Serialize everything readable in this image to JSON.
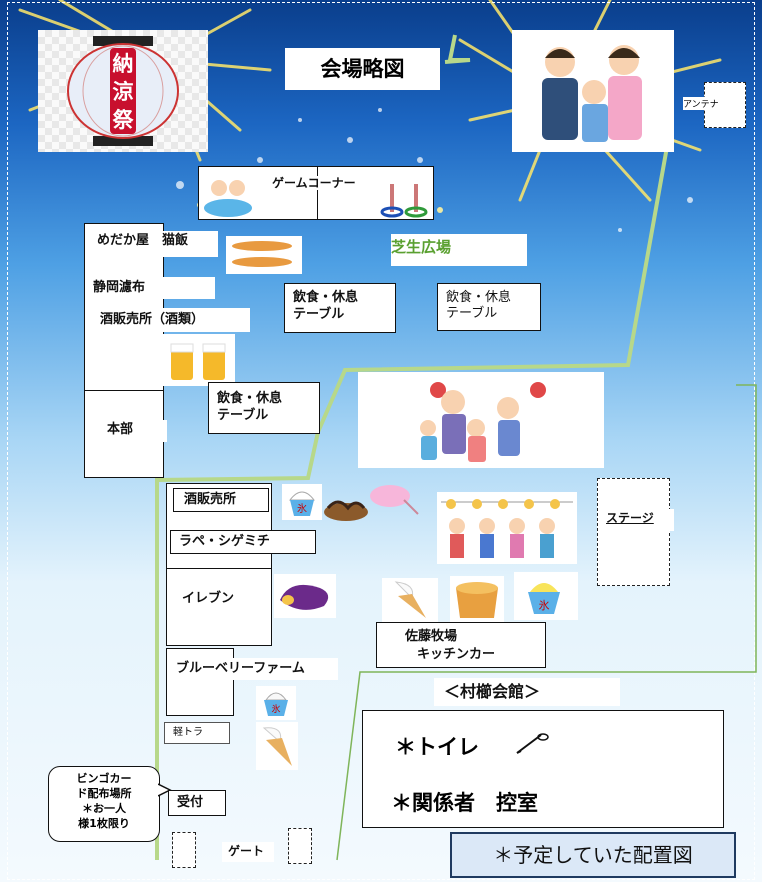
{
  "title": "会場略図",
  "lantern": {
    "line1": "納涼祭"
  },
  "antenna": "アンテナ",
  "game_corner": "ゲームコーナー",
  "shibafu": "芝生広場",
  "stalls": {
    "medaka": "めだか屋　猫飯",
    "shizuoka": "静岡濾布",
    "sakaya_top": "酒販売所（酒類）",
    "honbu": "本部",
    "sakaya_mid": "酒販売所",
    "rape": "ラペ・シゲミチ",
    "eleven": "イレブン",
    "blueberry": "ブルーベリーファーム",
    "keitora": "軽トラ",
    "uketsuke": "受付",
    "gate": "ゲート",
    "stage": "ステージ"
  },
  "tables": {
    "t1_line1": "飲食・休息",
    "t1_line2": "テーブル",
    "t2_line1": "飲食・休息",
    "t2_line2": "テーブル",
    "t3_line1": "飲食・休息",
    "t3_line2": "テーブル"
  },
  "sato": {
    "line1": "佐藤牧場",
    "line2": "キッチンカー"
  },
  "hall": {
    "title": "＜村櫛会館＞",
    "toilet": "＊トイレ",
    "staff": "＊関係者　控室"
  },
  "bingo": {
    "line1": "ビンゴカー",
    "line2": "ド配布場所",
    "line3": "＊お一人",
    "line4": "様1枚限り"
  },
  "note": "＊予定していた配置図",
  "ice_label": "氷",
  "colors": {
    "green_path": "#b7d88a",
    "shiba_text": "#5aa030",
    "note_bg": "#dbe8f7"
  }
}
